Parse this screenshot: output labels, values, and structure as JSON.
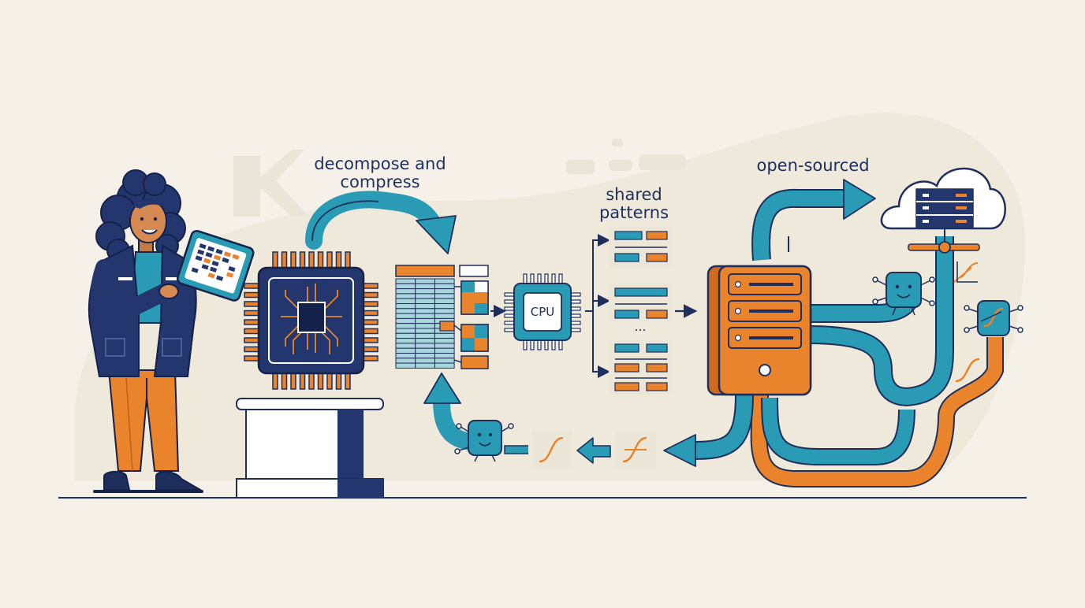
{
  "labels": {
    "decompose": [
      "decompose and",
      "compress"
    ],
    "shared": [
      "shared",
      "patterns"
    ],
    "shared_more": "...",
    "open_sourced": "open-sourced"
  },
  "chip": {
    "cpu_label": "CPU"
  },
  "colors": {
    "background": "#f5f1e8",
    "navy": "#1e2f5c",
    "teal": "#2a9bb4",
    "orange": "#e9842c",
    "light_teal": "#a9d6dd"
  }
}
